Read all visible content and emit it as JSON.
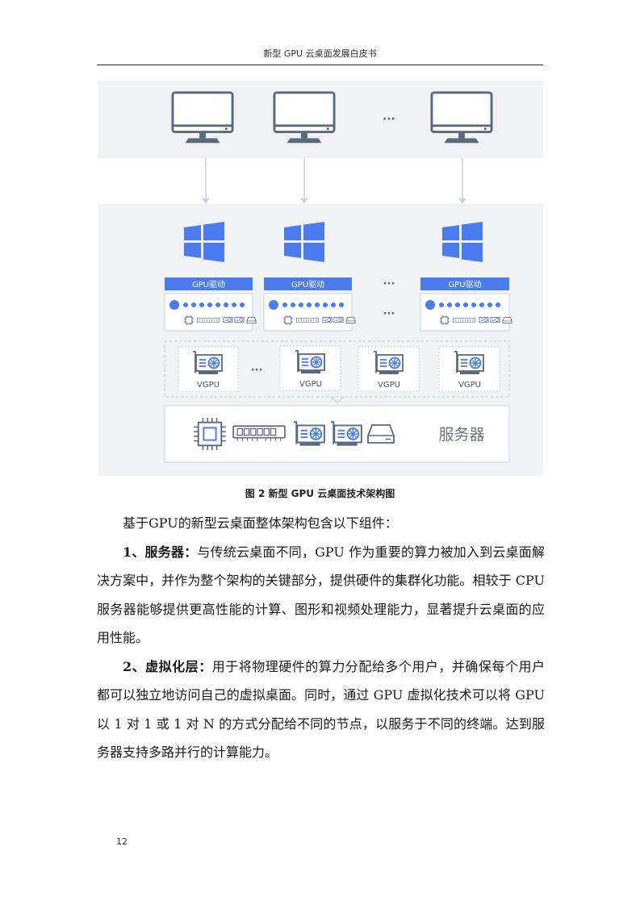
{
  "header": {
    "title": "新型 GPU 云桌面发展白皮书"
  },
  "figure": {
    "terminal_ellipsis": "···",
    "driver_label": "GPU驱动",
    "vgpu_label": "VGPU",
    "server_label": "服务器",
    "colors": {
      "accent": "#4a7cf0",
      "panel_bg": "#f1f2f4",
      "icon_stroke": "#5a6a7d",
      "border": "#c7d3ea"
    }
  },
  "caption": "图 2 新型 GPU 云桌面技术架构图",
  "body": {
    "intro": "基于GPU的新型云桌面整体架构包含以下组件：",
    "items": [
      {
        "term": "1、服务器：",
        "text": "与传统云桌面不同，GPU 作为重要的算力被加入到云桌面解决方案中，并作为整个架构的关键部分，提供硬件的集群化功能。相较于 CPU 服务器能够提供更高性能的计算、图形和视频处理能力，显著提升云桌面的应用性能。"
      },
      {
        "term": "2、虚拟化层：",
        "text": "用于将物理硬件的算力分配给多个用户，并确保每个用户都可以独立地访问自己的虚拟桌面。同时，通过 GPU 虚拟化技术可以将 GPU 以 1 对 1 或 1 对 N 的方式分配给不同的节点，以服务于不同的终端。达到服务器支持多路并行的计算能力。"
      }
    ]
  },
  "page_number": "12"
}
